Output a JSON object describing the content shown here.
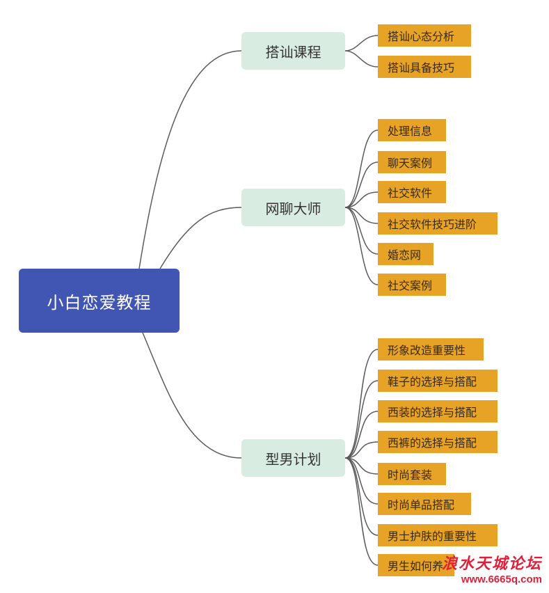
{
  "root": {
    "label": "小白恋爱教程"
  },
  "branches": [
    {
      "label": "搭讪课程",
      "items": [
        "搭讪心态分析",
        "搭讪具备技巧"
      ]
    },
    {
      "label": "网聊大师",
      "items": [
        "处理信息",
        "聊天案例",
        "社交软件",
        "社交软件技巧进阶",
        "婚恋网",
        "社交案例"
      ]
    },
    {
      "label": "型男计划",
      "items": [
        "形象改造重要性",
        "鞋子的选择与搭配",
        "西装的选择与搭配",
        "西裤的选择与搭配",
        "时尚套装",
        "时尚单品搭配",
        "男士护肤的重要性",
        "男生如何养"
      ]
    }
  ],
  "watermark": {
    "title": "浪水天城论坛",
    "url": "www.6665q.com"
  },
  "colors": {
    "root": "#4056b2",
    "branch": "#d9ece2",
    "leaf": "#e7a325",
    "line": "#5a5a5a"
  }
}
